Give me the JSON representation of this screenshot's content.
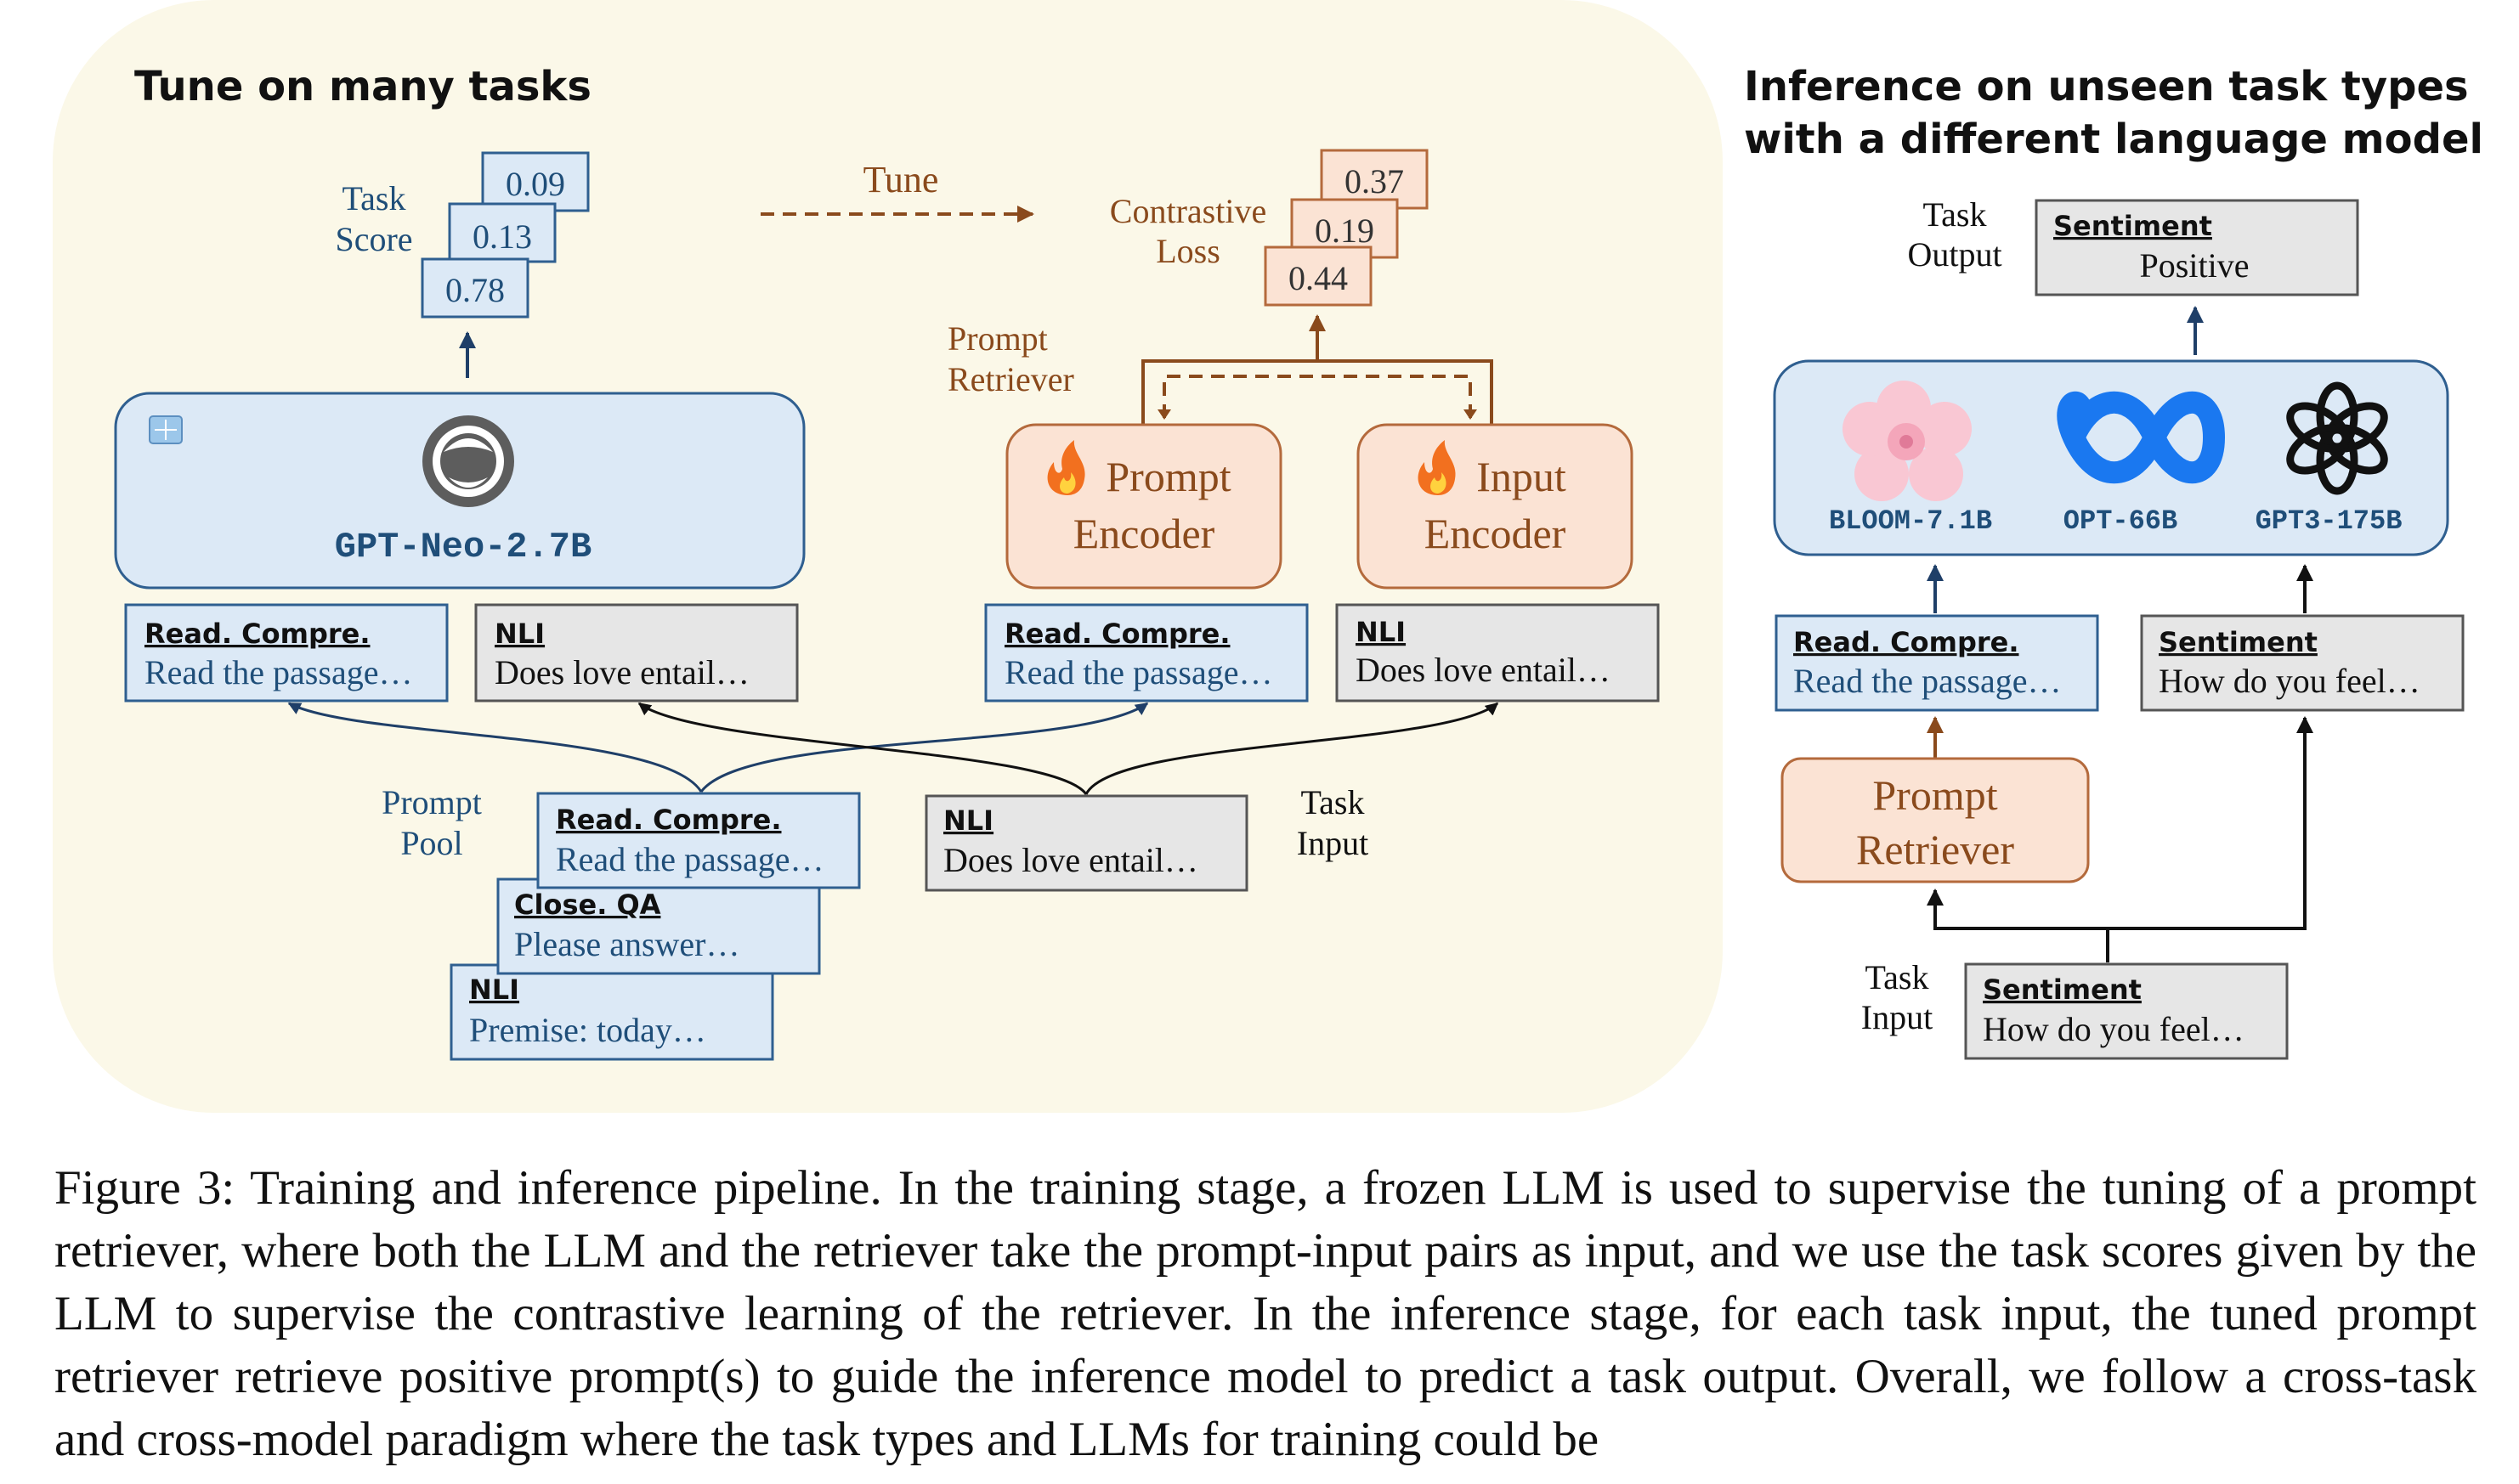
{
  "training": {
    "title": "Tune on many tasks",
    "task_score_label": [
      "Task",
      "Score"
    ],
    "task_scores": [
      "0.09",
      "0.13",
      "0.78"
    ],
    "llm_name": "GPT-Neo-2.7B",
    "tune_label": "Tune",
    "contrastive_loss_label": [
      "Contrastive",
      "Loss"
    ],
    "losses": [
      "0.37",
      "0.19",
      "0.44"
    ],
    "prompt_retriever_label": [
      "Prompt",
      "Retriever"
    ],
    "prompt_encoder": [
      "Prompt",
      "Encoder"
    ],
    "input_encoder": [
      "Input",
      "Encoder"
    ],
    "llm_pair": [
      {
        "tag": "Read. Compre.",
        "text": "Read the passage…"
      },
      {
        "tag": "NLI",
        "text": "Does love entail…"
      }
    ],
    "retriever_pair": [
      {
        "tag": "Read. Compre.",
        "text": "Read the passage…"
      },
      {
        "tag": "NLI",
        "text": "Does love entail…"
      }
    ],
    "prompt_pool_label": [
      "Prompt",
      "Pool"
    ],
    "prompt_pool": [
      {
        "tag": "Read. Compre.",
        "text": "Read the passage…"
      },
      {
        "tag": "Close. QA",
        "text": "Please answer…"
      },
      {
        "tag": "NLI",
        "text": "Premise: today…"
      }
    ],
    "task_input_label": [
      "Task",
      "Input"
    ],
    "task_input": {
      "tag": "NLI",
      "text": "Does love entail…"
    }
  },
  "inference": {
    "title": [
      "Inference on unseen task types",
      "with a different language model"
    ],
    "task_output_label": [
      "Task",
      "Output"
    ],
    "task_output": {
      "tag": "Sentiment",
      "text": "Positive"
    },
    "models": [
      "BLOOM-7.1B",
      "OPT-66B",
      "GPT3-175B"
    ],
    "model_icons": [
      "cherry-blossom-icon",
      "meta-infinity-icon",
      "openai-knot-icon"
    ],
    "prompt_box": {
      "tag": "Read. Compre.",
      "text": "Read the passage…"
    },
    "input_box": {
      "tag": "Sentiment",
      "text": "How do you feel…"
    },
    "prompt_retriever": [
      "Prompt",
      "Retriever"
    ],
    "task_input_label": [
      "Task",
      "Input"
    ],
    "task_input": {
      "tag": "Sentiment",
      "text": "How do you feel…"
    }
  },
  "caption": "Figure 3: Training and inference pipeline. In the training stage, a frozen LLM is used to supervise the tuning of a prompt retriever, where both the LLM and the retriever take the prompt-input pairs as input, and we use the task scores given by the LLM to supervise the contrastive learning of the retriever. In the inference stage, for each task input, the tuned prompt retriever retrieve positive prompt(s) to guide the inference model to predict a task output. Overall, we follow a cross-task and cross-model paradigm where the task types and LLMs for training could be",
  "colors": {
    "panel_bg": "#fbf8e8",
    "blue_fill": "#dce9f6",
    "blue_stroke": "#2f5f90",
    "blue_text": "#1f4e79",
    "gray_fill": "#e6e6e6",
    "orange_fill": "#fbe3d4",
    "orange_stroke": "#b46a3c",
    "brown_text": "#8a4a1c",
    "arrow_dark": "#1a2b45"
  }
}
